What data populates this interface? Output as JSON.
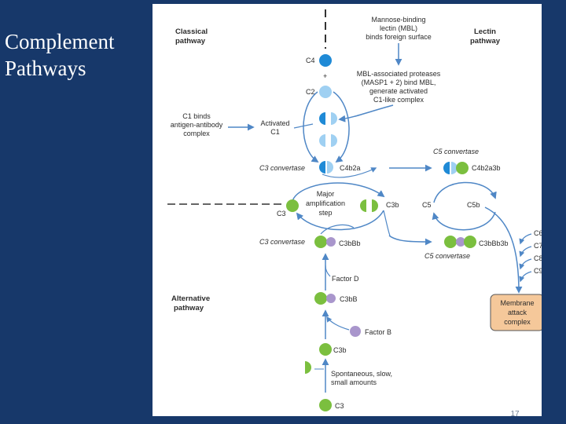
{
  "slide": {
    "title_line1": "Complement",
    "title_line2": "Pathways",
    "slide_number": "17"
  },
  "headers": {
    "classical_line1": "Classical",
    "classical_line2": "pathway",
    "lectin_line1": "Lectin",
    "lectin_line2": "pathway",
    "alternative_line1": "Alternative",
    "alternative_line2": "pathway"
  },
  "lectin_text": {
    "mbl_line1": "Mannose-binding",
    "mbl_line2": "lectin (MBL)",
    "mbl_line3": "binds foreign surface",
    "masp_line1": "MBL-associated proteases",
    "masp_line2": "(MASP1 + 2) bind MBL,",
    "masp_line3": "generate activated",
    "masp_line4": "C1-like complex"
  },
  "classical_text": {
    "c4": "C4",
    "plus": "+",
    "c2": "C2",
    "c1_binds_line1": "C1 binds",
    "c1_binds_line2": "antigen-antibody",
    "c1_binds_line3": "complex",
    "activated_line1": "Activated",
    "activated_line2": "C1",
    "c3_convertase": "C3 convertase",
    "c4b2a": "C4b2a"
  },
  "amplification": {
    "major_line1": "Major",
    "major_line2": "amplification",
    "major_line3": "step",
    "c3": "C3",
    "c3b": "C3b",
    "c5": "C5",
    "c5b": "C5b"
  },
  "c5_convertases": {
    "top_label": "C5 convertase",
    "top_name": "C4b2a3b",
    "bottom_label": "C5 convertase",
    "bottom_name": "C3bBb3b"
  },
  "alternative_text": {
    "c3_convertase": "C3 convertase",
    "c3bbb": "C3bBb",
    "factor_d": "Factor D",
    "c3bb": "C3bB",
    "factor_b": "Factor B",
    "c3b": "C3b",
    "spont_line1": "Spontaneous, slow,",
    "spont_line2": "small amounts",
    "c3": "C3"
  },
  "terminal": {
    "c6": "C6",
    "c7": "C7",
    "c8": "C8",
    "c9": "C9",
    "mac_line1": "Membrane",
    "mac_line2": "attack",
    "mac_line3": "complex"
  },
  "colors": {
    "slide_background": "#17386a",
    "c4_blue": "#1f8ad6",
    "c2_light_blue": "#9fd0f2",
    "c3_green": "#7bbf3f",
    "factor_b_purple": "#a996cc",
    "mac_fill": "#f5c89a",
    "arrow": "#4f87c6"
  }
}
